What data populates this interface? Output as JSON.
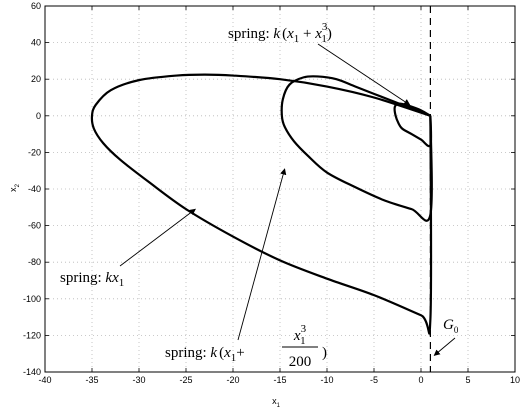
{
  "chart_data": {
    "type": "line",
    "title": "",
    "xlabel": "x",
    "xlabel_sub": "1",
    "ylabel": "x",
    "ylabel_sub": "2",
    "xlim": [
      -40,
      10
    ],
    "ylim": [
      -140,
      60
    ],
    "grid": true,
    "xticks": [
      -40,
      -35,
      -30,
      -25,
      -20,
      -15,
      -10,
      -5,
      0,
      5,
      10
    ],
    "yticks": [
      -140,
      -120,
      -100,
      -80,
      -60,
      -40,
      -20,
      0,
      20,
      40,
      60
    ],
    "series": [
      {
        "x": [
          1,
          -5,
          -10,
          -15,
          -20,
          -23,
          -26,
          -30,
          -33,
          -34.6,
          -35,
          -34.8,
          -33.8,
          -32,
          -29,
          -25,
          -20,
          -15,
          -10,
          -5,
          0,
          1,
          1
        ],
        "y": [
          0,
          10,
          16,
          20,
          22,
          22.5,
          22,
          19.5,
          14,
          6,
          0,
          -7,
          -15,
          -24,
          -36,
          -51,
          -66,
          -79,
          -89,
          -98,
          -109,
          -111,
          0
        ]
      },
      {
        "x": [
          1,
          -1,
          -3,
          -5,
          -7,
          -9,
          -11,
          -12.5,
          -14,
          -14.7,
          -14.8,
          -14.5,
          -13.5,
          -12,
          -10,
          -7,
          -4,
          -1,
          1,
          1
        ],
        "y": [
          0,
          4,
          8,
          12,
          16,
          20,
          21.5,
          21,
          17,
          9,
          0,
          -6,
          -14,
          -22,
          -31,
          -39,
          -46,
          -51,
          -54,
          0
        ]
      },
      {
        "x": [
          1,
          0,
          -1,
          -2,
          -2.5,
          -2.8,
          -2.7,
          -2.4,
          -2,
          -1,
          0,
          1,
          1
        ],
        "y": [
          0,
          3,
          5,
          6.5,
          6.5,
          4.5,
          0,
          -4,
          -7,
          -10,
          -13,
          -16,
          0
        ]
      }
    ],
    "reference_line": {
      "x": 1,
      "label": "G",
      "label_sub": "0"
    },
    "annotations": [
      {
        "text": "spring: k(x₁ + x₁³)",
        "target_x": -1.2,
        "target_y": 6
      },
      {
        "text": "spring: kx₁",
        "target_x": -24,
        "target_y": -51
      },
      {
        "text": "spring: k(x₁+ x₁³/200)",
        "target_x": -14.5,
        "target_y": -29
      }
    ]
  }
}
